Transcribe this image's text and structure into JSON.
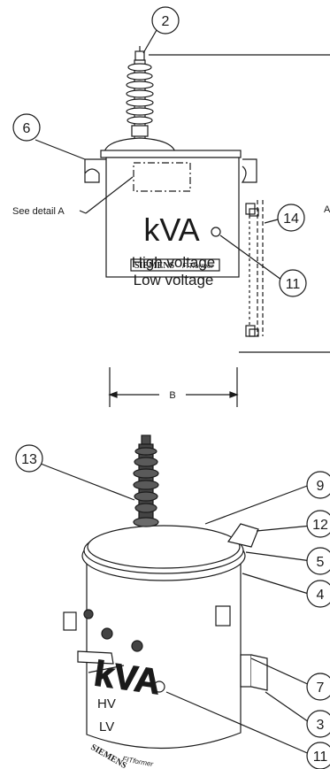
{
  "callouts": {
    "c2": "2",
    "c6": "6",
    "c14": "14",
    "c11_top": "11",
    "c13": "13",
    "c9": "9",
    "c12": "12",
    "c5": "5",
    "c4": "4",
    "c7": "7",
    "c3": "3",
    "c11_bottom": "11"
  },
  "front_view": {
    "detail_label": "See detail A",
    "kva": "kVA",
    "high_voltage": "High voltage",
    "low_voltage": "Low voltage",
    "brand": "SIEMENS",
    "brand_product": "FITformer",
    "dimension_b": "B",
    "dimension_a_partial": "A"
  },
  "iso_view": {
    "kva": "kVA",
    "hv": "HV",
    "lv": "LV",
    "brand": "SIEMENS",
    "brand_product": "FITformer"
  }
}
